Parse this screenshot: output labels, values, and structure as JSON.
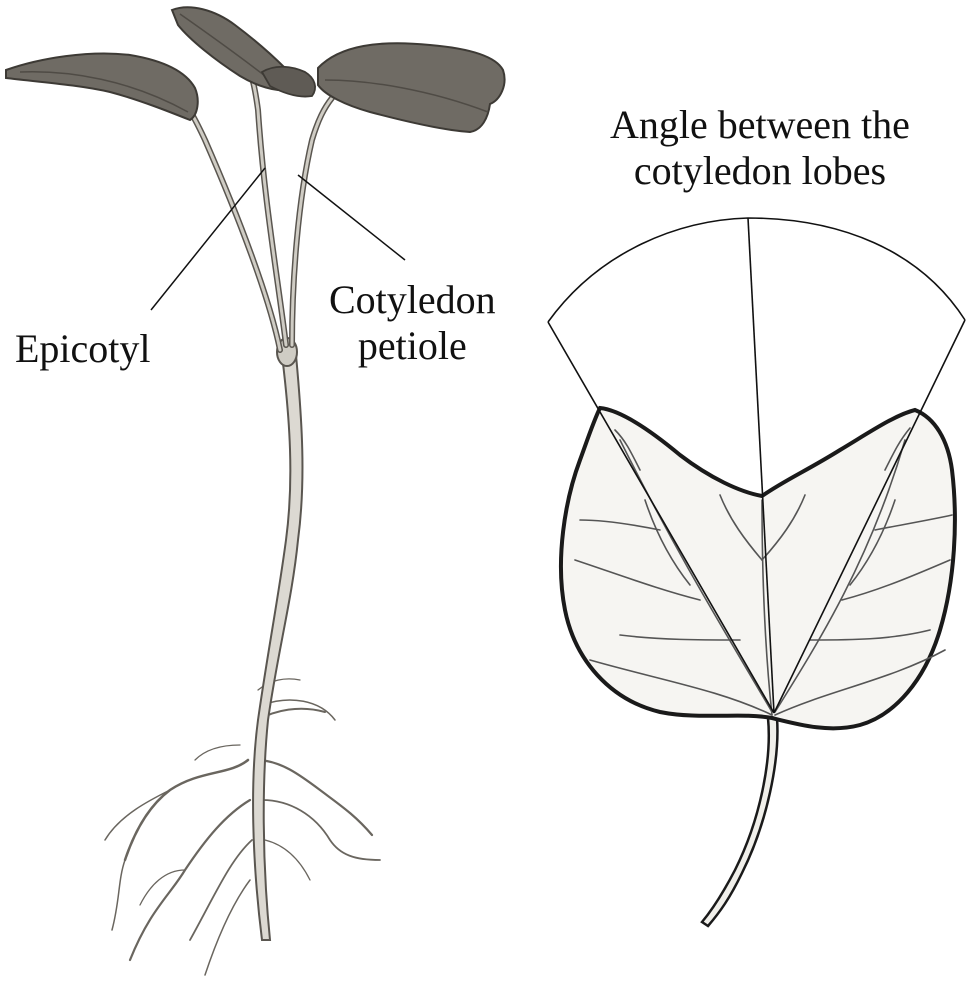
{
  "labels": {
    "epicotyl": "Epicotyl",
    "cotyledon_petiole": [
      "Cotyledon",
      "petiole"
    ],
    "angle_caption": [
      "Angle between the",
      "cotyledon lobes"
    ]
  },
  "colors": {
    "ink": "#111111",
    "seedling_leaf": "#6f6b64",
    "seedling_leaf_shade": "#4f4b45",
    "stem": "#d9d6cf",
    "stem_outline": "#5a5650",
    "cotyledon_fill": "#f6f5f2",
    "cotyledon_outline": "#1a1a1a",
    "vein": "#555555"
  }
}
